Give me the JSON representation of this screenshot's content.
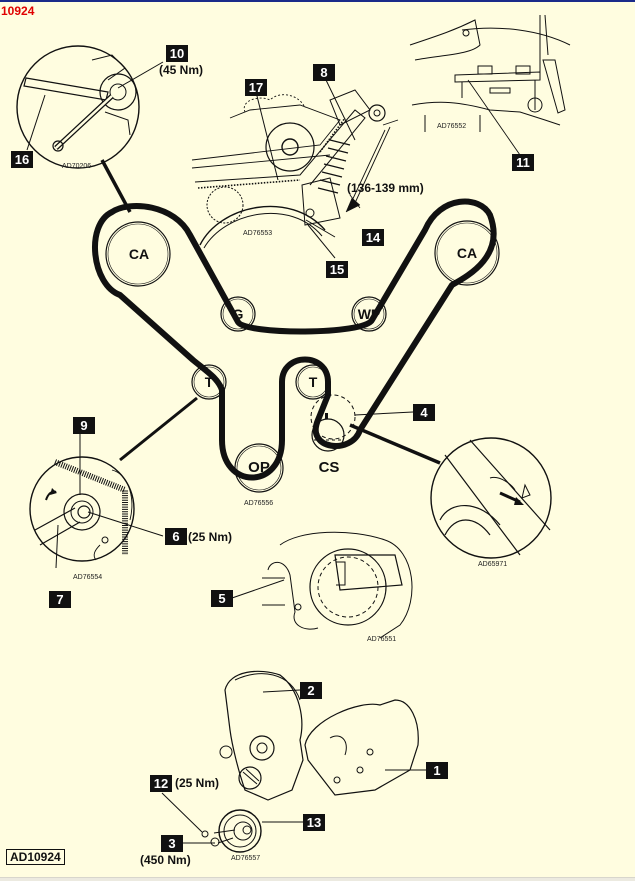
{
  "header": {
    "doc_id": "10924",
    "accent_color": "#e00000",
    "border_color": "#1a2a8a",
    "background_color": "#fffde0"
  },
  "figure_id": "AD10924",
  "pulleys": [
    {
      "id": "CA-left",
      "label": "CA"
    },
    {
      "id": "CA-right",
      "label": "CA"
    },
    {
      "id": "G",
      "label": "G"
    },
    {
      "id": "WP",
      "label": "WP"
    },
    {
      "id": "T-left",
      "label": "T"
    },
    {
      "id": "T-right",
      "label": "T"
    },
    {
      "id": "OP",
      "label": "OP"
    },
    {
      "id": "CS",
      "label": "CS"
    }
  ],
  "callouts": [
    {
      "num": "1"
    },
    {
      "num": "2"
    },
    {
      "num": "3",
      "torque": "(450 Nm)"
    },
    {
      "num": "4"
    },
    {
      "num": "5"
    },
    {
      "num": "6",
      "torque": "(25 Nm)"
    },
    {
      "num": "7"
    },
    {
      "num": "8"
    },
    {
      "num": "9"
    },
    {
      "num": "10",
      "torque": "(45 Nm)"
    },
    {
      "num": "11"
    },
    {
      "num": "12",
      "torque": "(25 Nm)"
    },
    {
      "num": "13"
    },
    {
      "num": "14"
    },
    {
      "num": "15"
    },
    {
      "num": "16"
    },
    {
      "num": "17"
    }
  ],
  "dimension": "(136-139 mm)",
  "ref_codes": {
    "camshaft_lock": "AD70206",
    "tensioner_detail": "AD76553",
    "cam_bracket": "AD76552",
    "belt_routing": "AD76556",
    "tensioner_pulley": "AD76554",
    "crank_mark": "AD65971",
    "distributor": "AD76551",
    "covers": "AD76557"
  }
}
